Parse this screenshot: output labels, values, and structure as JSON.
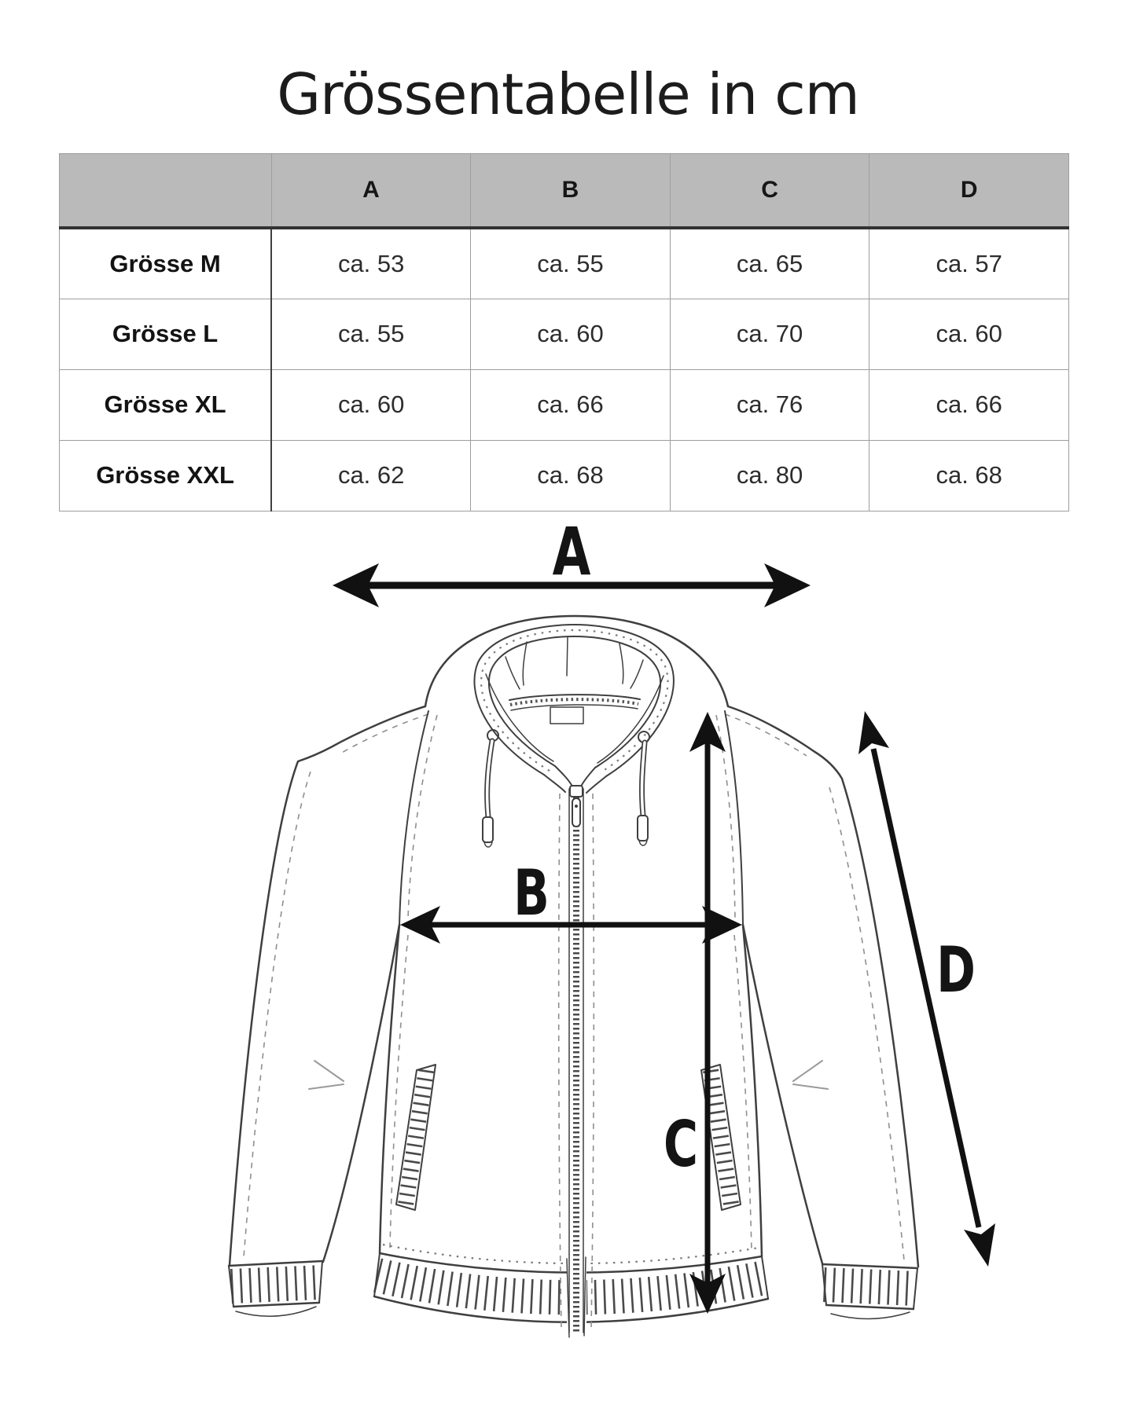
{
  "title": "Grössentabelle in cm",
  "table": {
    "headers": [
      "",
      "A",
      "B",
      "C",
      "D"
    ],
    "rows": [
      {
        "label": "Grösse M",
        "values": [
          "ca. 53",
          "ca. 55",
          "ca. 65",
          "ca. 57"
        ]
      },
      {
        "label": "Grösse L",
        "values": [
          "ca. 55",
          "ca. 60",
          "ca. 70",
          "ca. 60"
        ]
      },
      {
        "label": "Grösse XL",
        "values": [
          "ca. 60",
          "ca. 66",
          "ca. 76",
          "ca. 66"
        ]
      },
      {
        "label": "Grösse XXL",
        "values": [
          "ca. 62",
          "ca. 68",
          "ca. 80",
          "ca. 68"
        ]
      }
    ]
  },
  "diagram": {
    "labels": {
      "a": "A",
      "b": "B",
      "c": "C",
      "d": "D"
    }
  },
  "colors": {
    "header_bg": "#b9bab9",
    "table_border_dark": "#333333",
    "table_border_light": "#9e9e9e",
    "sketch_line": "#3f3f3f",
    "arrow": "#111111",
    "text": "#1c1c1c"
  }
}
